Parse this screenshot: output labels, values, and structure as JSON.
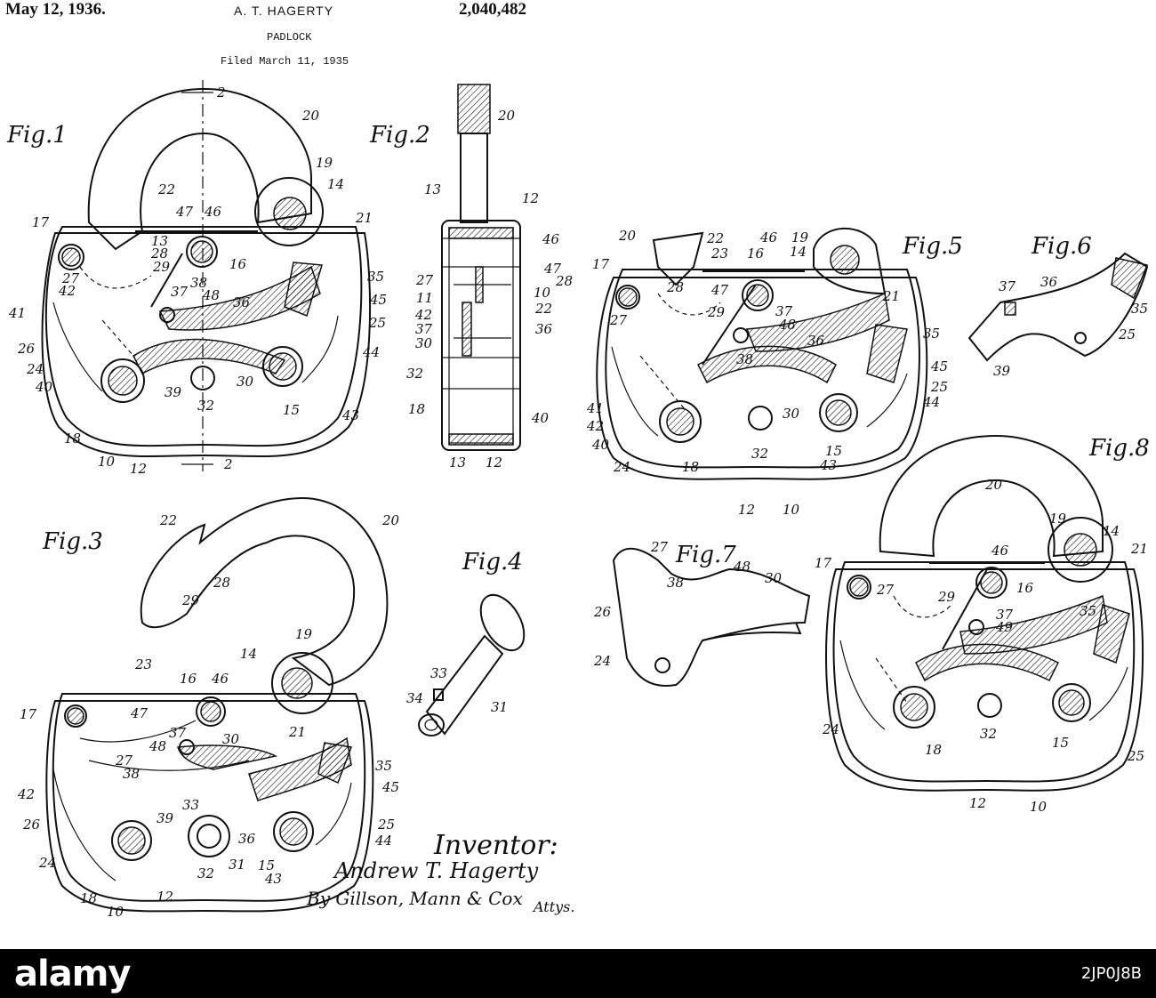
{
  "header": {
    "date": "May 12, 1936.",
    "inventor": "A. T. HAGERTY",
    "patent_number": "2,040,482",
    "subject": "PADLOCK",
    "filed": "Filed March 11, 1935"
  },
  "figures": {
    "fig1": "Fig.1",
    "fig2": "Fig.2",
    "fig3": "Fig.3",
    "fig4": "Fig.4",
    "fig5": "Fig.5",
    "fig6": "Fig.6",
    "fig7": "Fig.7",
    "fig8": "Fig.8"
  },
  "section_marks": {
    "top": "2",
    "bottom": "2"
  },
  "reference_numbers": {
    "fig1": [
      "20",
      "19",
      "14",
      "22",
      "47",
      "46",
      "21",
      "17",
      "13",
      "28",
      "16",
      "29",
      "27",
      "35",
      "42",
      "37",
      "38",
      "48",
      "36",
      "45",
      "41",
      "25",
      "26",
      "24",
      "44",
      "40",
      "39",
      "30",
      "32",
      "15",
      "43",
      "18",
      "10",
      "12"
    ],
    "fig2": [
      "20",
      "13",
      "12",
      "46",
      "27",
      "47",
      "28",
      "11",
      "10",
      "42",
      "22",
      "37",
      "36",
      "30",
      "32",
      "18",
      "40",
      "13",
      "12"
    ],
    "fig3": [
      "22",
      "20",
      "28",
      "29",
      "19",
      "14",
      "23",
      "16",
      "46",
      "17",
      "47",
      "48",
      "37",
      "30",
      "21",
      "27",
      "38",
      "35",
      "45",
      "42",
      "33",
      "39",
      "26",
      "25",
      "44",
      "36",
      "24",
      "32",
      "31",
      "15",
      "43",
      "18",
      "10",
      "12"
    ],
    "fig4": [
      "33",
      "34",
      "31"
    ],
    "fig5": [
      "20",
      "22",
      "46",
      "19",
      "14",
      "17",
      "23",
      "16",
      "28",
      "47",
      "21",
      "27",
      "29",
      "37",
      "48",
      "35",
      "36",
      "38",
      "41",
      "45",
      "25",
      "42",
      "40",
      "30",
      "44",
      "24",
      "18",
      "32",
      "15",
      "43",
      "12",
      "10"
    ],
    "fig6": [
      "37",
      "36",
      "35",
      "25",
      "39"
    ],
    "fig7": [
      "27",
      "48",
      "38",
      "30",
      "26",
      "24"
    ],
    "fig8": [
      "20",
      "19",
      "14",
      "21",
      "17",
      "46",
      "16",
      "27",
      "29",
      "37",
      "49",
      "35",
      "24",
      "32",
      "18",
      "15",
      "25",
      "12",
      "10"
    ]
  },
  "signature": {
    "label": "Inventor:",
    "name": "Andrew T. Hagerty",
    "by": "By Gillson, Mann & Cox",
    "attys": "Attys."
  },
  "watermark": {
    "brand": "alamy",
    "code": "2JP0J8B"
  }
}
